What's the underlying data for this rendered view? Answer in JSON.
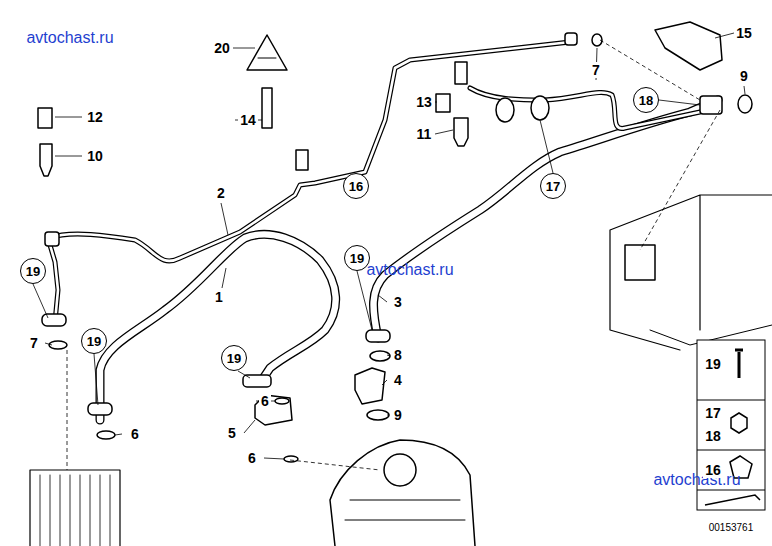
{
  "diagram": {
    "nodes": [
      {
        "text": [
          "18"
        ]
      },
      {
        "text": [
          "16"
        ]
      },
      {
        "text": [
          "17"
        ]
      },
      {
        "text": [
          "19"
        ]
      },
      {
        "text": [
          "19"
        ]
      },
      {
        "text": [
          "19"
        ]
      },
      {
        "text": [
          "19"
        ]
      }
    ],
    "labels": [
      "avtochast.ru",
      "20",
      "15",
      "7",
      "9",
      "12",
      "13",
      "14",
      "10",
      "11",
      "2",
      "1",
      "avtochast.ru",
      "3",
      "7",
      "8",
      "6",
      "4",
      "6",
      "5",
      "9",
      "6",
      "avtochast.ru",
      "19",
      "17",
      "18",
      "16",
      "00153761"
    ]
  }
}
